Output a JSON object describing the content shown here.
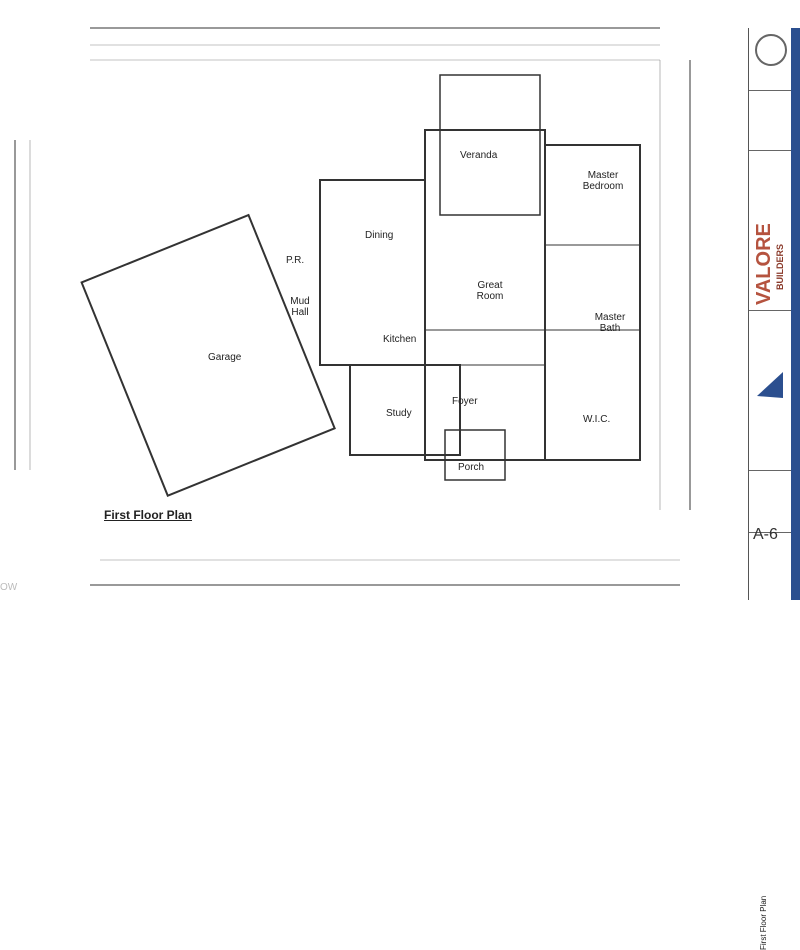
{
  "drawing": {
    "title": "First Floor Plan",
    "rooms": [
      {
        "name": "Veranda"
      },
      {
        "name": "Master Bedroom"
      },
      {
        "name": "Dining"
      },
      {
        "name": "P.R."
      },
      {
        "name": "Great Room"
      },
      {
        "name": "Mud Hall"
      },
      {
        "name": "Master Bath"
      },
      {
        "name": "Garage"
      },
      {
        "name": "Kitchen"
      },
      {
        "name": "Foyer"
      },
      {
        "name": "Study"
      },
      {
        "name": "W.I.C."
      },
      {
        "name": "Porch"
      }
    ]
  },
  "title_block": {
    "brand": "VALORE",
    "brand_sub": "BUILDERS",
    "sheet_title": "First Floor Plan",
    "sheet_number": "A-6"
  },
  "watermark": "OW"
}
